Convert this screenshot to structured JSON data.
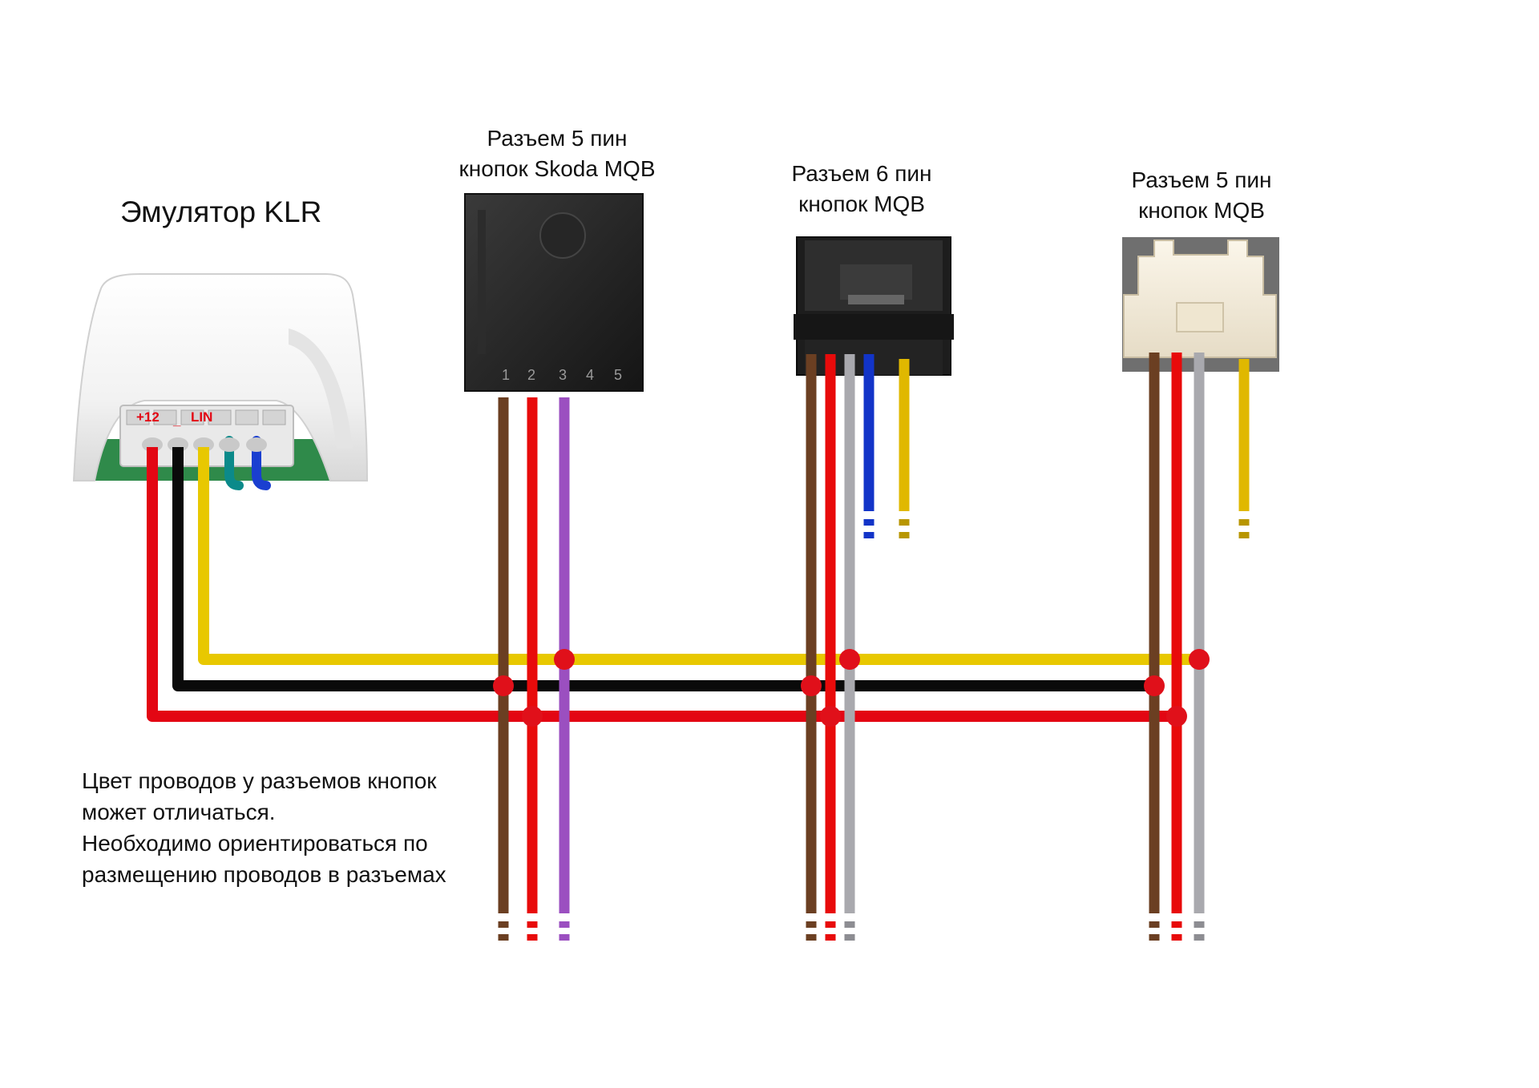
{
  "emulator": {
    "title": "Эмулятор KLR",
    "pin_labels": {
      "plus12": "+12",
      "ground": "_",
      "lin": "LIN"
    }
  },
  "connectors": [
    {
      "title_line1": "Разъем 5 пин",
      "title_line2": "кнопок Skoda MQB",
      "pin_numbers": [
        "1",
        "2",
        "3",
        "4",
        "5"
      ]
    },
    {
      "title_line1": "Разъем 6 пин",
      "title_line2": "кнопок MQB"
    },
    {
      "title_line1": "Разъем 5 пин",
      "title_line2": "кнопок MQB"
    }
  ],
  "note": {
    "lines": [
      "Цвет проводов у разъемов кнопок",
      "может отличаться.",
      "Необходимо ориентироваться по",
      "размещению проводов в разъемах"
    ]
  },
  "colors": {
    "plus12": "#e30613",
    "ground": "#0a0a0a",
    "lin": "#e8c800",
    "brown": "#6b3f22",
    "red": "#e80b0b",
    "violet": "#9b4fc0",
    "gray": "#a9a9ae",
    "blue": "#1234c8",
    "yellow_stub": "#e0b800",
    "junction": "#e0101a"
  }
}
